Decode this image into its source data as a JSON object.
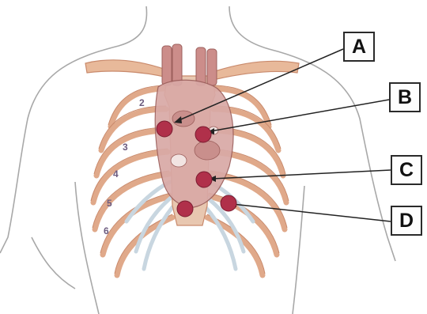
{
  "callouts": [
    {
      "label": "A"
    },
    {
      "label": "B"
    },
    {
      "label": "C"
    },
    {
      "label": "D"
    }
  ],
  "rib_numbers": [
    "2",
    "3",
    "4",
    "5",
    "6"
  ],
  "colors": {
    "rib": "#e8b99a",
    "rib_outline": "#c98a6c",
    "cartilage": "#d9e3ea",
    "heart": "#d9a9a6",
    "vessel": "#cc8d8a",
    "auscultation_point": "#b0304a",
    "body_outline": "#a8a8a8",
    "leader_line": "#222222"
  }
}
